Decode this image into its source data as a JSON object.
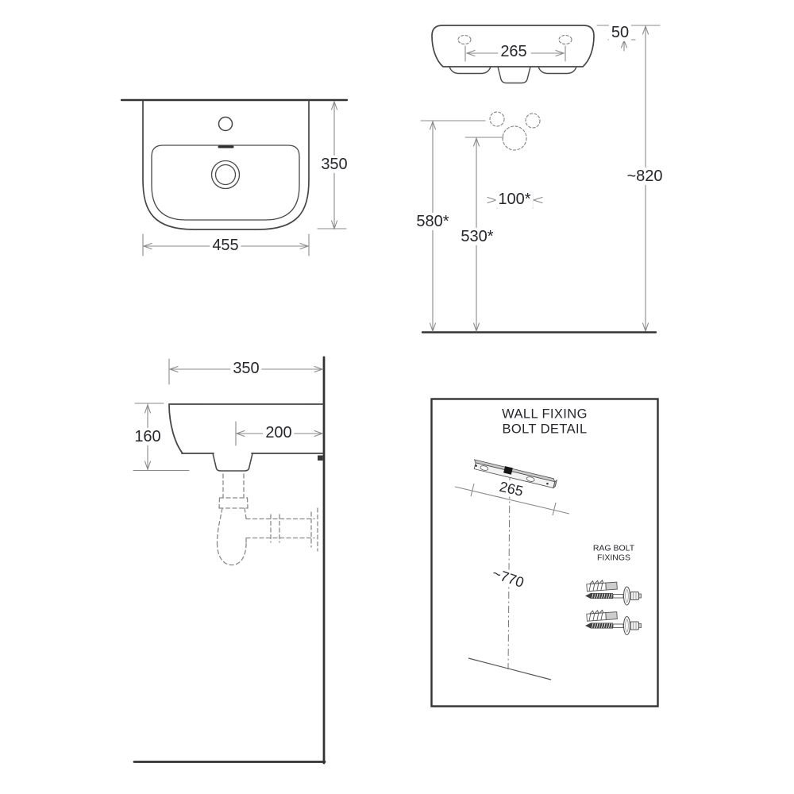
{
  "drawing": {
    "front_view": {
      "height": "350",
      "width": "455"
    },
    "rear_view": {
      "bolt_hole_spacing": "265",
      "rim_to_bolt_holes": "50",
      "floor_to_rim": "~820",
      "floor_to_supply": "580*",
      "floor_to_waste": "530*",
      "supply_spacing": "100*"
    },
    "side_view": {
      "depth": "350",
      "front_height": "160",
      "wall_to_waste": "200"
    },
    "wall_fixing_detail": {
      "title_line_1": "WALL FIXING",
      "title_line_2": "BOLT DETAIL",
      "rail_bolt_spacing": "265",
      "floor_to_rail": "~770",
      "rag_bolt_label_line_1": "RAG BOLT",
      "rag_bolt_label_line_2": "FIXINGS"
    },
    "colors": {
      "outline": "#444444",
      "heavy_line": "#333333",
      "dimension_line": "#8a8a8a",
      "text": "#26262b",
      "background": "#ffffff"
    }
  }
}
